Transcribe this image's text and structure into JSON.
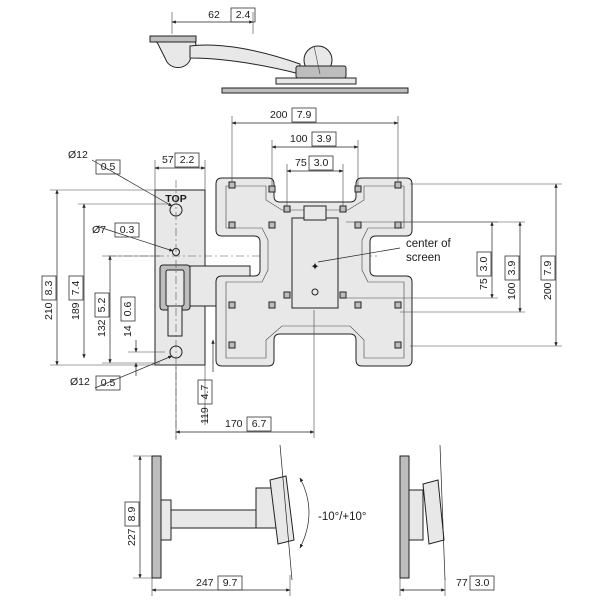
{
  "dimensions": {
    "top_view_width": {
      "mm": "62",
      "in": "2.4"
    },
    "plate_width": {
      "mm": "200",
      "in": "7.9"
    },
    "hole_spacing_100": {
      "mm": "100",
      "in": "3.9"
    },
    "hole_spacing_75": {
      "mm": "75",
      "in": "3.0"
    },
    "wall_plate_width": {
      "mm": "57",
      "in": "2.2"
    },
    "hole_diameter_top": {
      "mm": "12",
      "in": "0.5"
    },
    "hole_diameter_mid": {
      "mm": "7",
      "in": "0.3"
    },
    "hole_diameter_bottom": {
      "mm": "12",
      "in": "0.5"
    },
    "wall_plate_height": {
      "mm": "210",
      "in": "8.3"
    },
    "hole_span_189": {
      "mm": "189",
      "in": "7.4"
    },
    "hole_height_132": {
      "mm": "132",
      "in": "5.2"
    },
    "hole_offset_14": {
      "mm": "14",
      "in": "0.6"
    },
    "center_offset_119": {
      "mm": "119",
      "in": "4.7"
    },
    "center_offset_170": {
      "mm": "170",
      "in": "6.7"
    },
    "plate_v_75": {
      "mm": "75",
      "in": "3.0"
    },
    "plate_v_100": {
      "mm": "100",
      "in": "3.9"
    },
    "plate_v_200": {
      "mm": "200",
      "in": "7.9"
    },
    "side_height": {
      "mm": "227",
      "in": "8.9"
    },
    "max_depth": {
      "mm": "247",
      "in": "9.7"
    },
    "min_depth": {
      "mm": "77",
      "in": "3.0"
    }
  },
  "labels": {
    "top_marker": "TOP",
    "center_screen_line1": "center of",
    "center_screen_line2": "screen",
    "tilt": "-10°/+10°",
    "diameter_symbol": "Ø"
  },
  "colors": {
    "line": "#222222",
    "part_fill": "#e8e8e8",
    "part_dark": "#bdbdbd"
  }
}
